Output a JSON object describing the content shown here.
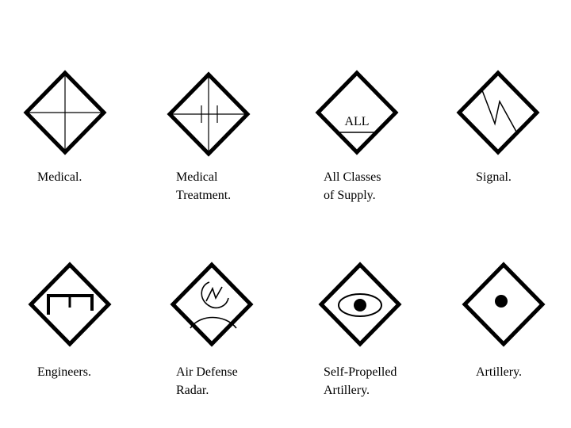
{
  "symbols": [
    {
      "id": "medical",
      "icon": "medical-cross-icon",
      "lines": [
        "Medical.",
        ""
      ]
    },
    {
      "id": "medical-treatment",
      "icon": "medical-treatment-icon",
      "lines": [
        "Medical",
        "Treatment."
      ]
    },
    {
      "id": "all-classes-supply",
      "icon": "supply-all-icon",
      "inner_text": "ALL",
      "lines": [
        "All Classes",
        "of Supply."
      ]
    },
    {
      "id": "signal",
      "icon": "signal-lightning-icon",
      "lines": [
        "Signal.",
        ""
      ]
    },
    {
      "id": "engineers",
      "icon": "engineer-bridge-icon",
      "lines": [
        "Engineers.",
        ""
      ]
    },
    {
      "id": "air-defense-radar",
      "icon": "radar-dish-icon",
      "lines": [
        "Air Defense",
        "Radar."
      ]
    },
    {
      "id": "self-propelled-artillery",
      "icon": "self-propelled-artillery-icon",
      "lines": [
        "Self-Propelled",
        "Artillery."
      ]
    },
    {
      "id": "artillery",
      "icon": "artillery-dot-icon",
      "lines": [
        "Artillery.",
        ""
      ]
    }
  ]
}
